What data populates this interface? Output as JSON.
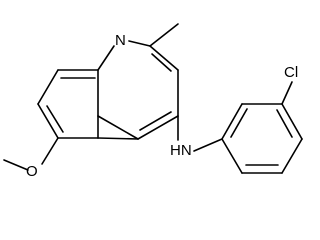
{
  "molecule": {
    "atoms": {
      "n_ring": "N",
      "nh": "HN",
      "cl": "Cl",
      "o": "O"
    }
  }
}
